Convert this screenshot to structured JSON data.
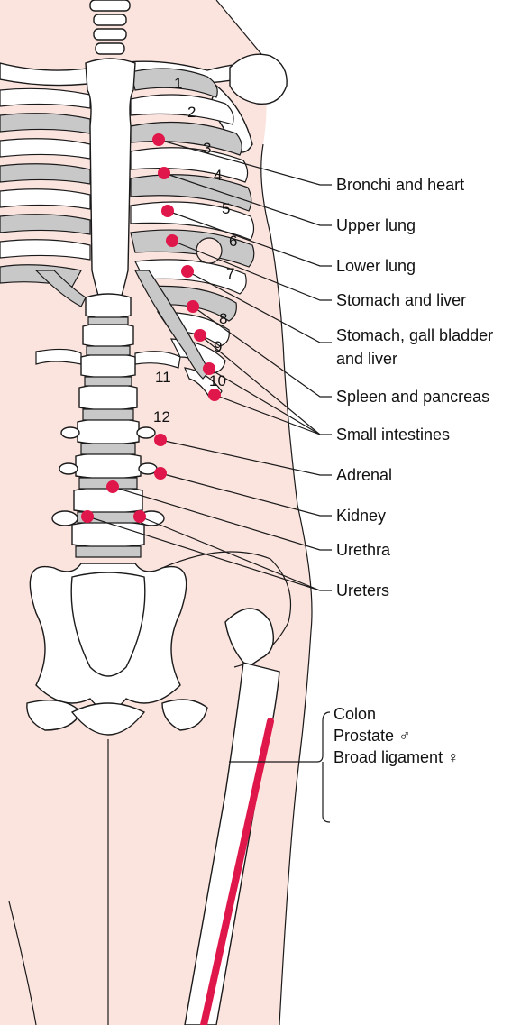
{
  "rib_numbers": [
    "1",
    "2",
    "3",
    "4",
    "5",
    "6",
    "7",
    "8",
    "9",
    "10",
    "11",
    "12"
  ],
  "labels": {
    "bronchi_heart": "Bronchi and heart",
    "upper_lung": "Upper lung",
    "lower_lung": "Lower lung",
    "stomach_liver": "Stomach and liver",
    "stomach_gall_line1": "Stomach, gall bladder",
    "stomach_gall_line2": "and liver",
    "spleen_pancreas": "Spleen and pancreas",
    "small_intestines": "Small intestines",
    "adrenal": "Adrenal",
    "kidney": "Kidney",
    "urethra": "Urethra",
    "ureters": "Ureters",
    "colon": "Colon",
    "prostate": "Prostate",
    "broad_ligament": "Broad ligament"
  },
  "symbols": {
    "male": "♂",
    "female": "♀"
  },
  "colors": {
    "skin": "#fbe3de",
    "points": "#e0174a",
    "rib_shade": "#c8c8c8"
  }
}
